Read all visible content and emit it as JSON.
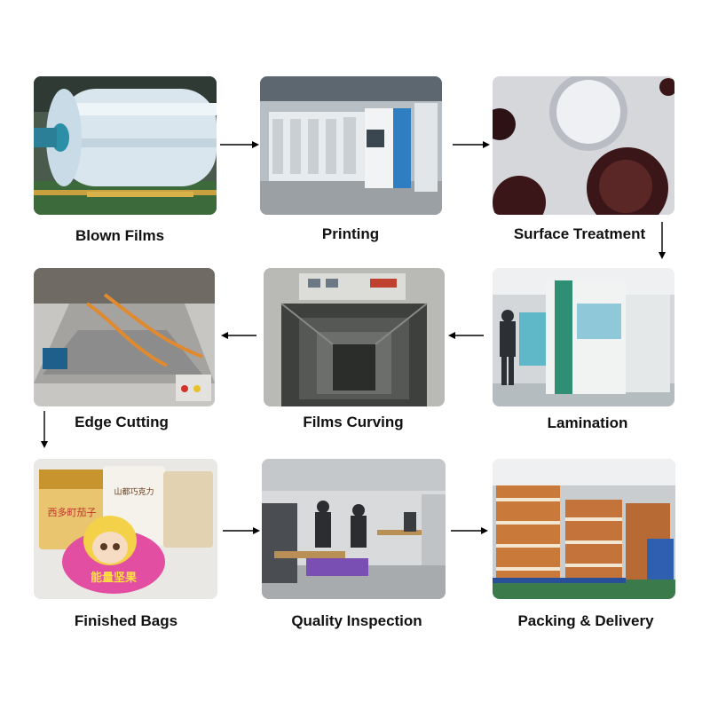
{
  "steps": [
    {
      "label": "Blown Films",
      "image": "plastic-film-roll-photo"
    },
    {
      "label": "Printing",
      "image": "printing-machine-line-photo"
    },
    {
      "label": "Surface Treatment",
      "image": "metallic-dot-film-photo"
    },
    {
      "label": "Lamination",
      "image": "laminating-machine-photo"
    },
    {
      "label": "Films Curving",
      "image": "curing-oven-chamber-photo"
    },
    {
      "label": "Edge Cutting",
      "image": "bag-edge-cutting-machine-photo"
    },
    {
      "label": "Finished Bags",
      "image": "printed-snack-bags-photo"
    },
    {
      "label": "Quality Inspection",
      "image": "inspection-workshop-photo"
    },
    {
      "label": "Packing & Delivery",
      "image": "palletized-film-rolls-photo"
    }
  ],
  "bag_texts": {
    "bag1": "西多町茄子",
    "bag2": "山都巧克力",
    "bag3": "能量坚果"
  }
}
